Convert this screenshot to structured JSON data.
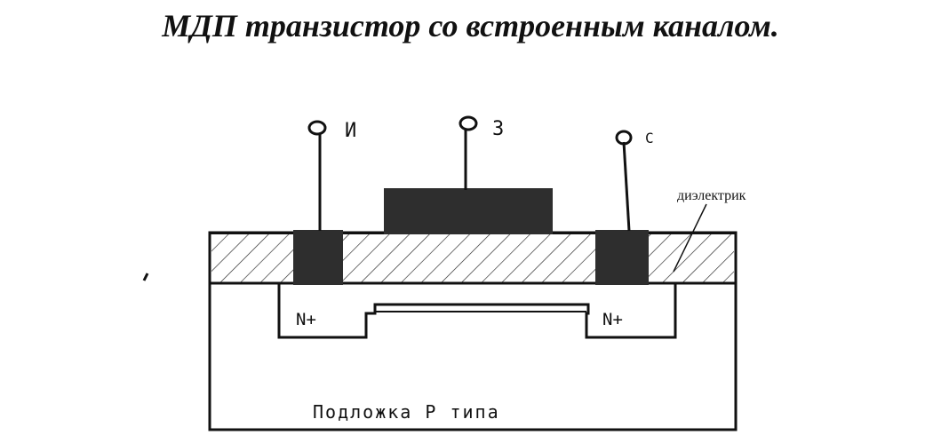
{
  "title": "МДП транзистор со встроенным каналом.",
  "labels": {
    "source": "И",
    "gate": "З",
    "drain": "С",
    "dielectric": "диэлектрик",
    "n_left": "N+",
    "n_right": "N+",
    "substrate": "Подложка Р типа"
  },
  "colors": {
    "ink": "#111111",
    "metal": "#2e2e2e",
    "paper": "#ffffff"
  }
}
